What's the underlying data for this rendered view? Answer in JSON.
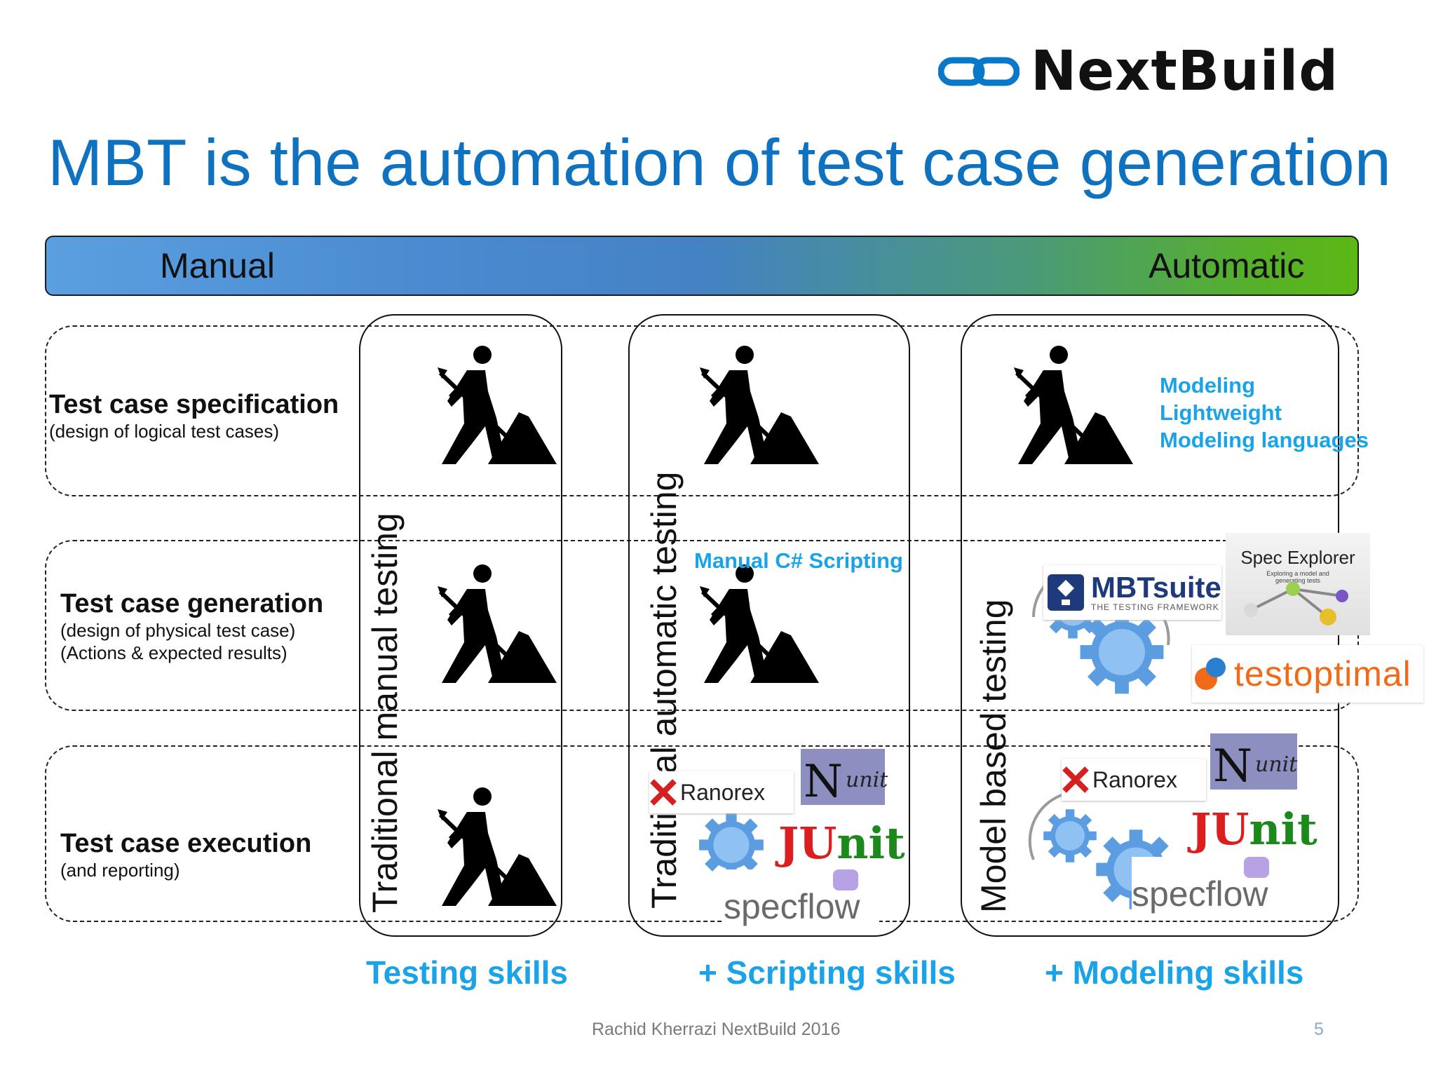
{
  "brand": {
    "name": "NextBuild"
  },
  "title": "MBT is the automation of test case generation",
  "scale_bar": {
    "left": "Manual",
    "right": "Automatic"
  },
  "rows": [
    {
      "heading": "Test  case specification",
      "sub": [
        "(design of logical test cases)"
      ]
    },
    {
      "heading": "Test case generation",
      "sub": [
        "(design of physical test case)",
        "(Actions & expected results)"
      ]
    },
    {
      "heading": "Test  case execution",
      "sub": [
        "(and reporting)"
      ]
    }
  ],
  "columns": [
    {
      "label": "Traditional manual testing",
      "skill": "Testing skills"
    },
    {
      "label": "Traditional automatic testing",
      "skill": "+ Scripting skills",
      "note": "Manual C# Scripting"
    },
    {
      "label": "Model based testing",
      "skill": "+ Modeling skills",
      "notes": [
        "Modeling",
        "Lightweight",
        "Modeling languages"
      ]
    }
  ],
  "tools": {
    "nunit": {
      "big": "N",
      "small": "unit"
    },
    "ranorex": "Ranorex",
    "junit": {
      "j": "JU",
      "rest": "nit"
    },
    "specflow": "specflow",
    "mbtsuite": {
      "name": "MBTsuite",
      "tag": "THE TESTING FRAMEWORK"
    },
    "spec_explorer": {
      "name": "Spec Explorer",
      "tag": "Exploring a model and generating tests"
    },
    "testoptimal": "testoptimal"
  },
  "footer": {
    "credit": "Rachid Kherrazi NextBuild 2016",
    "page": "5"
  },
  "colors": {
    "title": "#0e72c0",
    "accent": "#1aa3e8",
    "bar_start": "#5a9fe0",
    "bar_end": "#5cb814"
  }
}
